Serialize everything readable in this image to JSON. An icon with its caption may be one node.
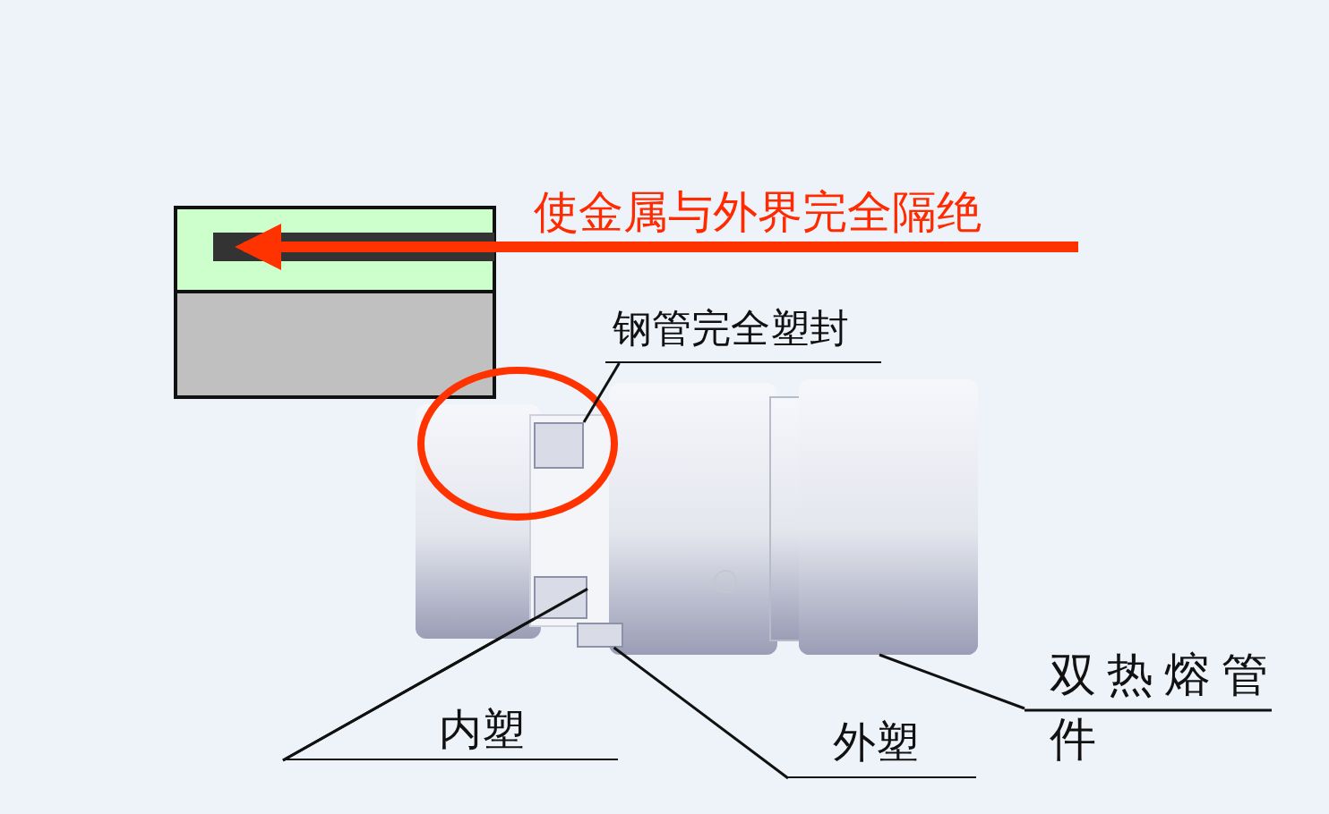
{
  "diagram": {
    "nodes": [
      {
        "text": [
          "使金属与外界完全隔绝"
        ]
      },
      {
        "text": [],
        "shape": "bar"
      },
      {
        "text": [
          "钢管完全塑封"
        ]
      },
      {
        "text": [],
        "shape": "box"
      },
      {
        "text": [
          "内塑"
        ]
      },
      {
        "text": [],
        "shape": "box"
      },
      {
        "text": [
          "外塑"
        ]
      },
      {
        "text": [],
        "shape": "box"
      },
      {
        "text": [
          "双热熔管件"
        ]
      },
      {
        "text": [],
        "shape": "picture"
      }
    ],
    "edges": [
      {
        "from": 0,
        "to": 1,
        "arrow": "to",
        "style": "thick",
        "color": "#ff3300"
      },
      {
        "from": 2,
        "to": 3,
        "arrow": "none"
      },
      {
        "from": 4,
        "to": 5,
        "arrow": "none"
      },
      {
        "from": 4,
        "to": 5,
        "arrow": "none"
      },
      {
        "from": 6,
        "to": 7,
        "arrow": "none"
      },
      {
        "from": 8,
        "to": 9,
        "arrow": "none"
      }
    ]
  }
}
